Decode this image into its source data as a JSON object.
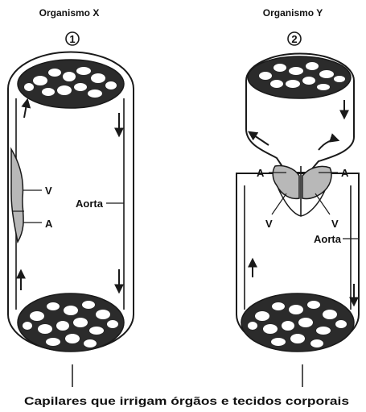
{
  "organisms": [
    {
      "title": "Organismo X",
      "number": "1"
    },
    {
      "title": "Organismo Y",
      "number": "2"
    }
  ],
  "labels": {
    "x_ventricle": "V",
    "x_atrium": "A",
    "x_aorta": "Aorta",
    "y_atrium_left": "A",
    "y_atrium_right": "A",
    "y_ventricle_left": "V",
    "y_ventricle_right": "V",
    "y_aorta": "Aorta"
  },
  "caption": "Capilares que irrigam órgãos e tecidos corporais",
  "colors": {
    "line": "#1a1a1a",
    "vessel_fill": "#ffffff",
    "heart_fill": "#b8b8b8",
    "capillary_bed": "#2b2b2b"
  }
}
